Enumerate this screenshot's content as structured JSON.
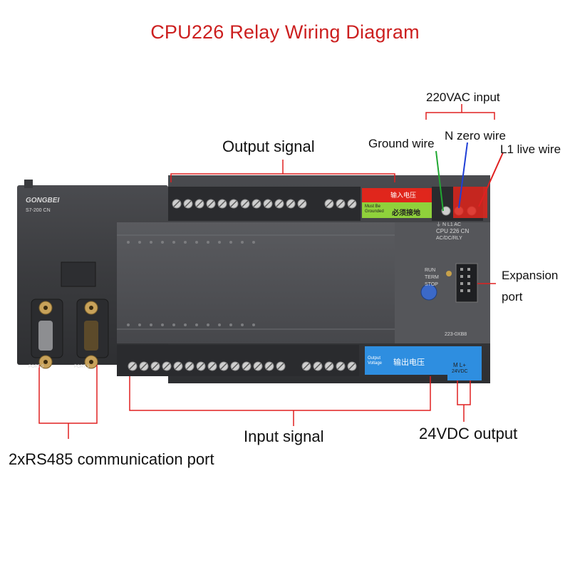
{
  "title": "CPU226 Relay Wiring Diagram",
  "callouts": {
    "output_signal": "Output signal",
    "input_signal": "Input signal",
    "power_input": "220VAC input",
    "ground_wire": "Ground wire",
    "n_zero_wire": "N zero wire",
    "l1_live_wire": "L1 live wire",
    "expansion_port": "Expansion port",
    "rs485_ports": "2xRS485 communication port",
    "dc_output": "24VDC output"
  },
  "device": {
    "brand": "GONGBEI",
    "series": "S7-200 CN",
    "model": "CPU 226 CN",
    "model_type": "AC/DC/RLY",
    "warning_top": "输入电压",
    "warning_ground_en": "Must Be Grounded",
    "warning_ground_cn": "必须接地",
    "output_voltage_en": "Output Voltage",
    "output_voltage_cn": "输出电压",
    "dc_terminals": "M  L+",
    "dc_voltage": "24VDC",
    "power_terminals": "⏚  N  L1  AC",
    "run_label": "RUN",
    "term_label": "TERM",
    "stop_label": "STOP",
    "port0_label": "PORT 0",
    "port1_label": "PORT 1",
    "expansion_code": "223-0XB8"
  },
  "colors": {
    "title": "#cc1f1f",
    "plc_body": "#3c3d40",
    "warning_red": "#e0261c",
    "warning_green": "#8fd13b",
    "output_blue": "#2e8ee0",
    "ground_wire": "#21a832",
    "n_wire": "#1f3fd6",
    "l1_wire": "#e02020",
    "callout_lines": "#e02020"
  }
}
